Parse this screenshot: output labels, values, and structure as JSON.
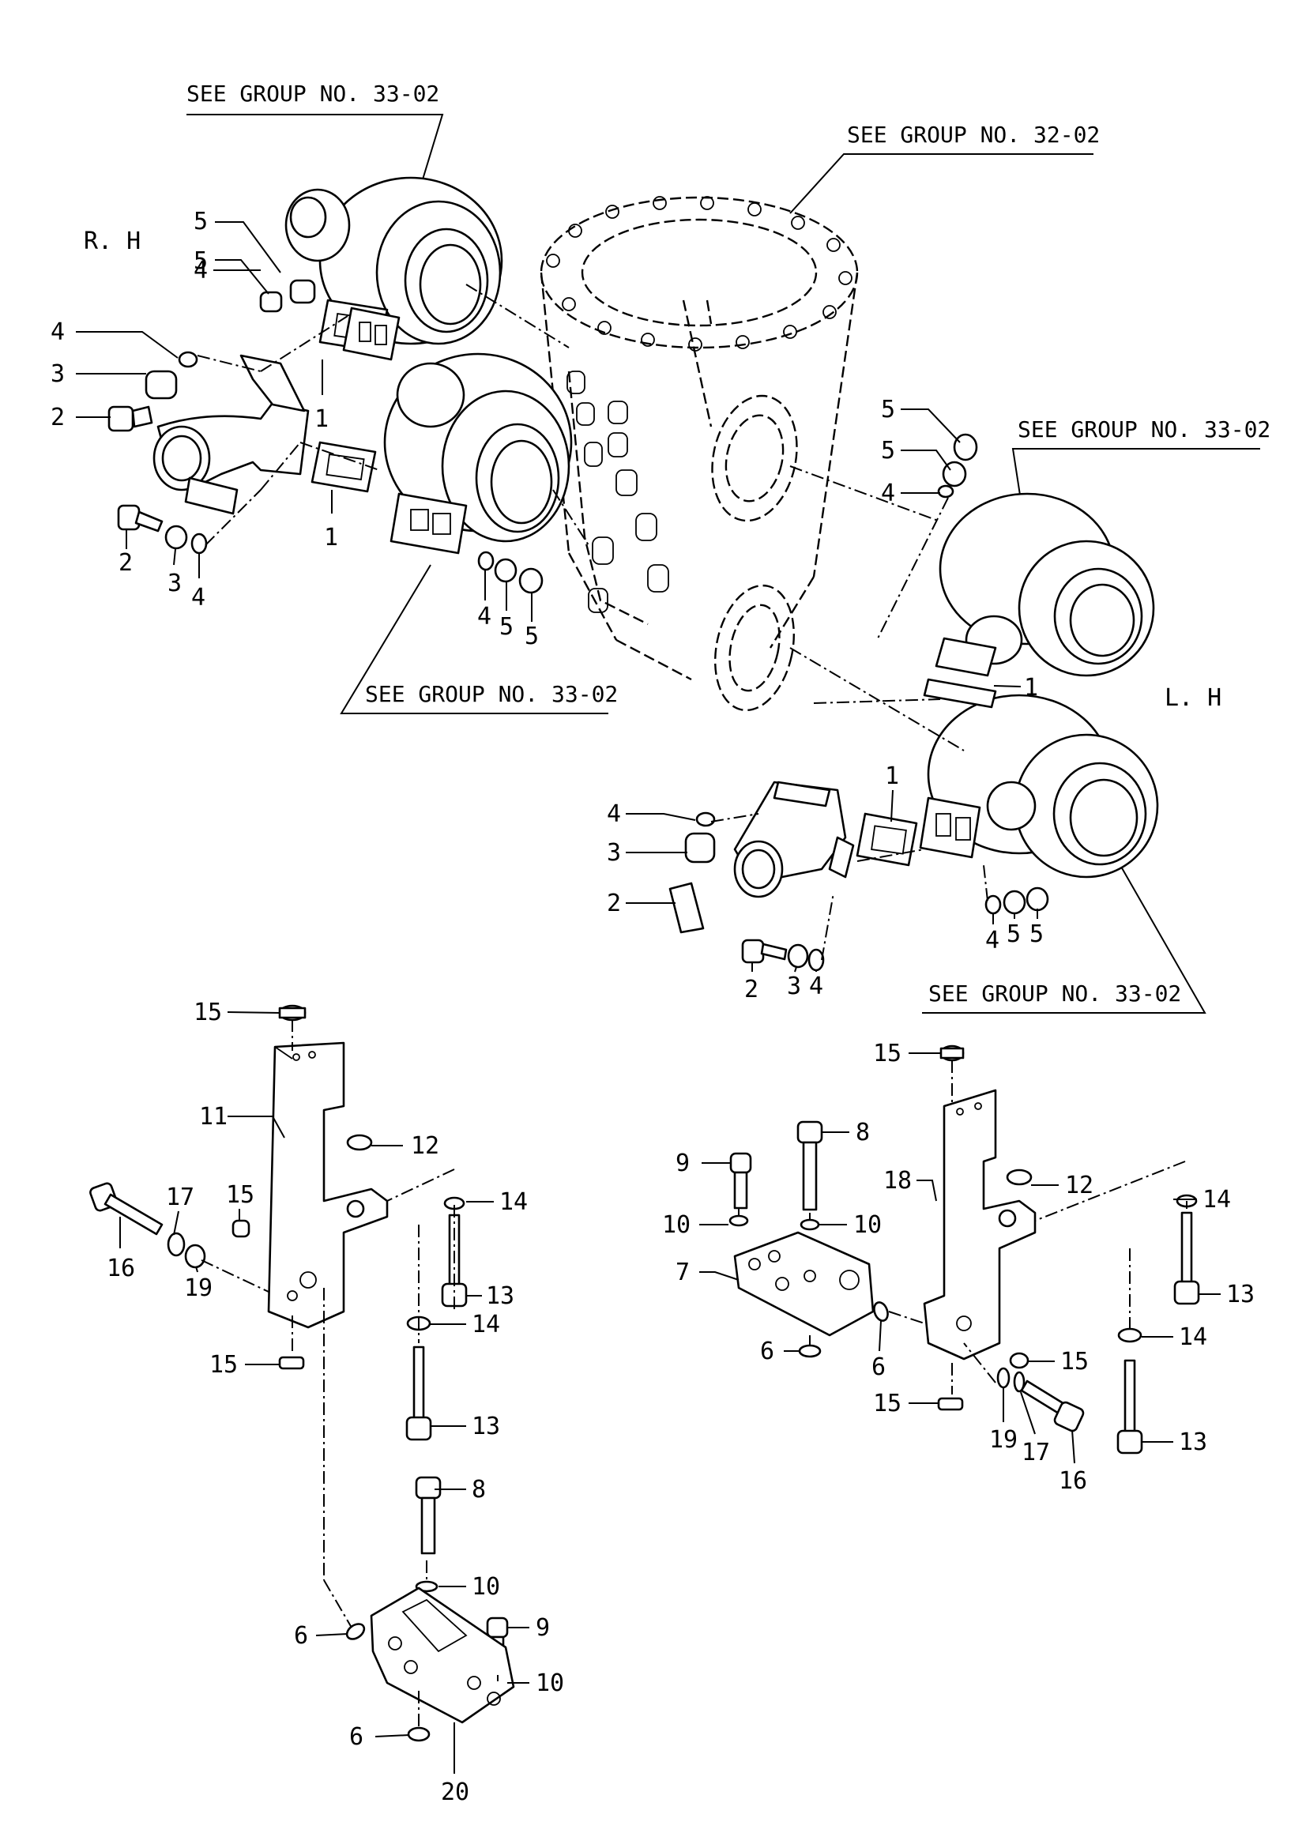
{
  "references": {
    "ref_top_33": "SEE GROUP NO. 33-02",
    "ref_32": "SEE GROUP NO. 32-02",
    "ref_right_33": "SEE GROUP NO. 33-02",
    "ref_mid_33": "SEE GROUP NO. 33-02",
    "ref_bottom_33": "SEE GROUP NO. 33-02"
  },
  "sides": {
    "rh": "R. H",
    "lh": "L. H"
  },
  "callouts": {
    "rh_5a": "5",
    "rh_5b": "5",
    "rh_4a": "4",
    "rh_4b": "4",
    "rh_3a": "3",
    "rh_2a": "2",
    "rh_1a": "1",
    "rh_1b": "1",
    "rh_2b": "2",
    "rh_3b": "3",
    "rh_4c": "4",
    "rh_4d": "4",
    "rh_5c": "5",
    "rh_5d": "5",
    "lh_5a": "5",
    "lh_5b": "5",
    "lh_4a": "4",
    "lh_1a": "1",
    "lh_1b": "1",
    "lh_4b": "4",
    "lh_3a": "3",
    "lh_2a": "2",
    "lh_4c": "4",
    "lh_5c": "5",
    "lh_5d": "5",
    "lh_2b": "2",
    "lh_3b": "3",
    "lh_4d": "4",
    "bl_15a": "15",
    "bl_11": "11",
    "bl_12": "12",
    "bl_14a": "14",
    "bl_17": "17",
    "bl_15b": "15",
    "bl_16": "16",
    "bl_19": "19",
    "bl_13a": "13",
    "bl_14b": "14",
    "bl_15c": "15",
    "bl_13b": "13",
    "bl_8": "8",
    "bl_10a": "10",
    "bl_9": "9",
    "bl_6a": "6",
    "bl_10b": "10",
    "bl_6b": "6",
    "bl_20": "20",
    "br_15a": "15",
    "br_8": "8",
    "br_9": "9",
    "br_18": "18",
    "br_12": "12",
    "br_14a": "14",
    "br_10a": "10",
    "br_10b": "10",
    "br_7": "7",
    "br_13a": "13",
    "br_14b": "14",
    "br_6a": "6",
    "br_6b": "6",
    "br_15b": "15",
    "br_15c": "15",
    "br_13b": "13",
    "br_19": "19",
    "br_17": "17",
    "br_16": "16"
  }
}
